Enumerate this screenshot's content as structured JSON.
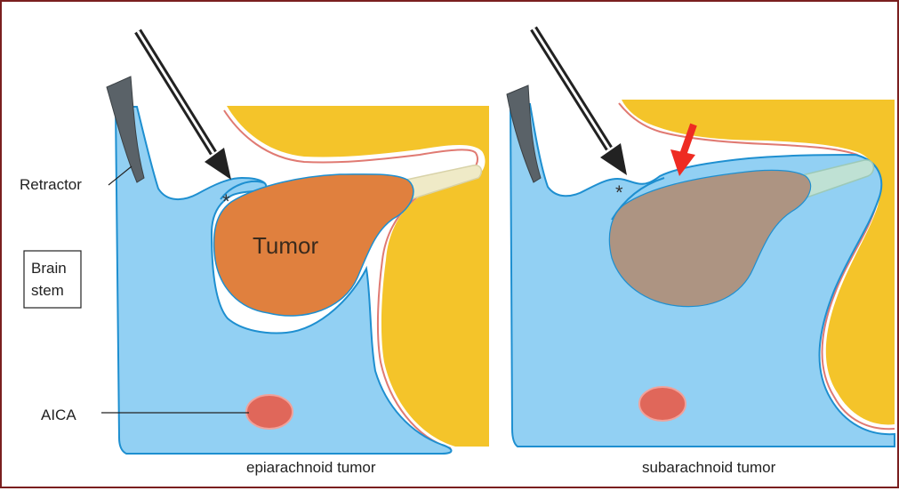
{
  "labels": {
    "retractor": "Retractor",
    "brain_stem_line1": "Brain",
    "brain_stem_line2": "stem",
    "aica": "AICA",
    "tumor": "Tumor",
    "asterisk_left": "*",
    "asterisk_right": "*"
  },
  "captions": {
    "left": "epiarachnoid tumor",
    "right": "subarachnoid tumor"
  },
  "colors": {
    "frame": "#7a1f1f",
    "brainstem": "#92d0f3",
    "brainstem_outline": "#1e8fd0",
    "bone": "#f4c42a",
    "dura_line": "#e07a72",
    "tumor_left": "#e0803e",
    "tumor_right": "#ad9482",
    "nerve_left": "#efeac7",
    "nerve_right": "#bfe1d4",
    "aica": "#e0675a",
    "retractor": "#5a6268",
    "arrow_black": "#222222",
    "arrow_red": "#ee2b22"
  },
  "icons": {
    "approach_arrow": "diagonal-black-arrow-icon",
    "highlight_arrow": "red-arrow-icon"
  }
}
